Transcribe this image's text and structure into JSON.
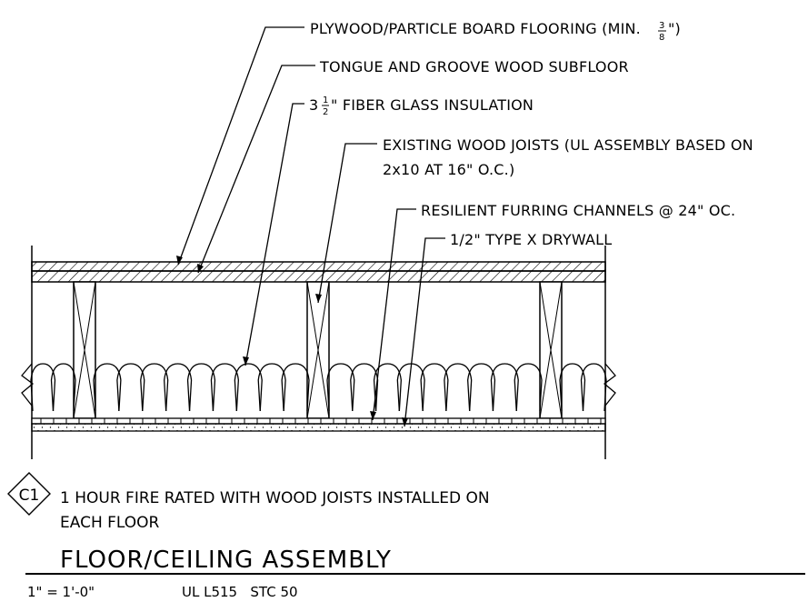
{
  "callouts": {
    "plywood": "PLYWOOD/PARTICLE BOARD FLOORING (MIN.",
    "plywood_frac_num": "3",
    "plywood_frac_den": "8",
    "plywood_close": "\")",
    "subfloor": "TONGUE AND GROOVE WOOD SUBFLOOR",
    "insulation_whole": "3",
    "insulation_frac_num": "1",
    "insulation_frac_den": "2",
    "insulation_rest": "\" FIBER GLASS INSULATION",
    "joists_line1": "EXISTING WOOD JOISTS (UL ASSEMBLY BASED ON",
    "joists_line2": "2x10 AT 16\" O.C.)",
    "channels": "RESILIENT FURRING CHANNELS @ 24\" OC.",
    "drywall": "1/2\" TYPE X DRYWALL"
  },
  "detail": {
    "tag": "C1",
    "note_line1": "1 HOUR FIRE RATED WITH WOOD JOISTS INSTALLED ON",
    "note_line2": "EACH FLOOR",
    "title": "FLOOR/CEILING ASSEMBLY",
    "scale": "1\" = 1'-0\"",
    "rating": "UL L515   STC 50"
  }
}
